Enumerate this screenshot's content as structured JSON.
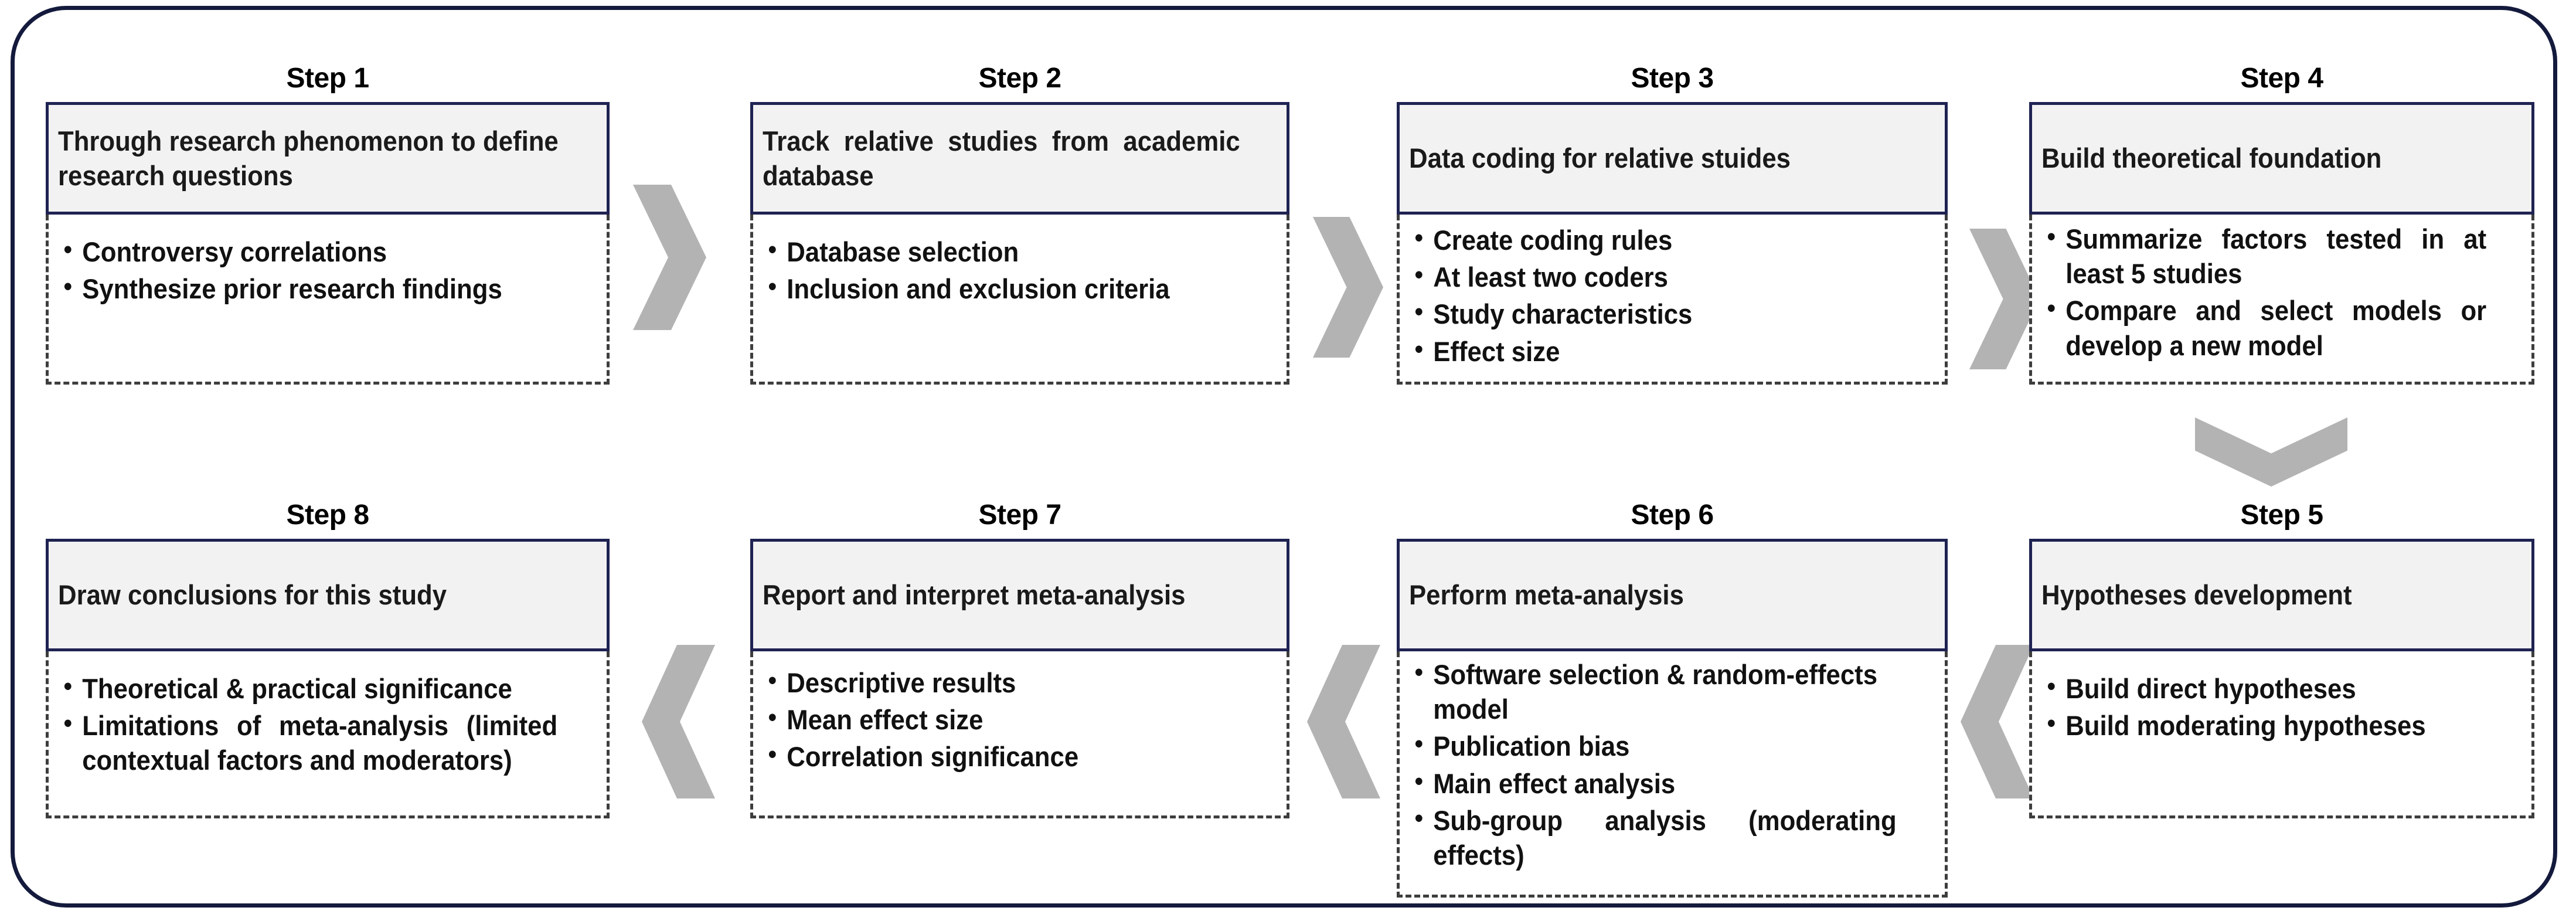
{
  "diagram": {
    "title_visible": false,
    "frame_color": "#141a3c",
    "header_border_color": "#1f2352",
    "header_fill_color": "#f2f2f2",
    "body_border_color": "#3d3d3d",
    "arrow_color": "#b3b3b3"
  },
  "steps": [
    {
      "label": "Step 1",
      "heading": "Through research phenomenon to define research questions",
      "bullets": [
        "Controversy correlations",
        "Synthesize prior research findings"
      ]
    },
    {
      "label": "Step 2",
      "heading": "Track relative studies from academic database",
      "bullets": [
        "Database selection",
        "Inclusion and exclusion criteria"
      ]
    },
    {
      "label": "Step 3",
      "heading": "Data coding for relative stuides",
      "bullets": [
        "Create coding rules",
        "At least two coders",
        "Study characteristics",
        "Effect size"
      ]
    },
    {
      "label": "Step 4",
      "heading": "Build theoretical foundation",
      "bullets": [
        "Summarize factors tested in at least 5 studies",
        "Compare and select models or develop a new model"
      ]
    },
    {
      "label": "Step 5",
      "heading": "Hypotheses development",
      "bullets": [
        "Build direct hypotheses",
        "Build moderating hypotheses"
      ]
    },
    {
      "label": "Step 6",
      "heading": "Perform meta-analysis",
      "bullets": [
        "Software selection & random-effects model",
        "Publication bias",
        "Main effect analysis",
        "Sub-group analysis (moderating effects)"
      ]
    },
    {
      "label": "Step 7",
      "heading": "Report and interpret meta-analysis",
      "bullets": [
        "Descriptive results",
        "Mean effect size",
        "Correlation significance"
      ]
    },
    {
      "label": "Step 8",
      "heading": "Draw conclusions for this study",
      "bullets": [
        "Theoretical & practical significance",
        "Limitations of meta-analysis (limited contextual factors and moderators)"
      ]
    }
  ],
  "arrows": [
    {
      "name": "arrow-step1-to-step2",
      "direction": "right"
    },
    {
      "name": "arrow-step2-to-step3",
      "direction": "right"
    },
    {
      "name": "arrow-step3-to-step4",
      "direction": "right"
    },
    {
      "name": "arrow-step4-to-step5",
      "direction": "down"
    },
    {
      "name": "arrow-step6-to-step5",
      "direction": "left"
    },
    {
      "name": "arrow-step7-to-step6",
      "direction": "left"
    },
    {
      "name": "arrow-step8-to-step7",
      "direction": "left"
    }
  ]
}
